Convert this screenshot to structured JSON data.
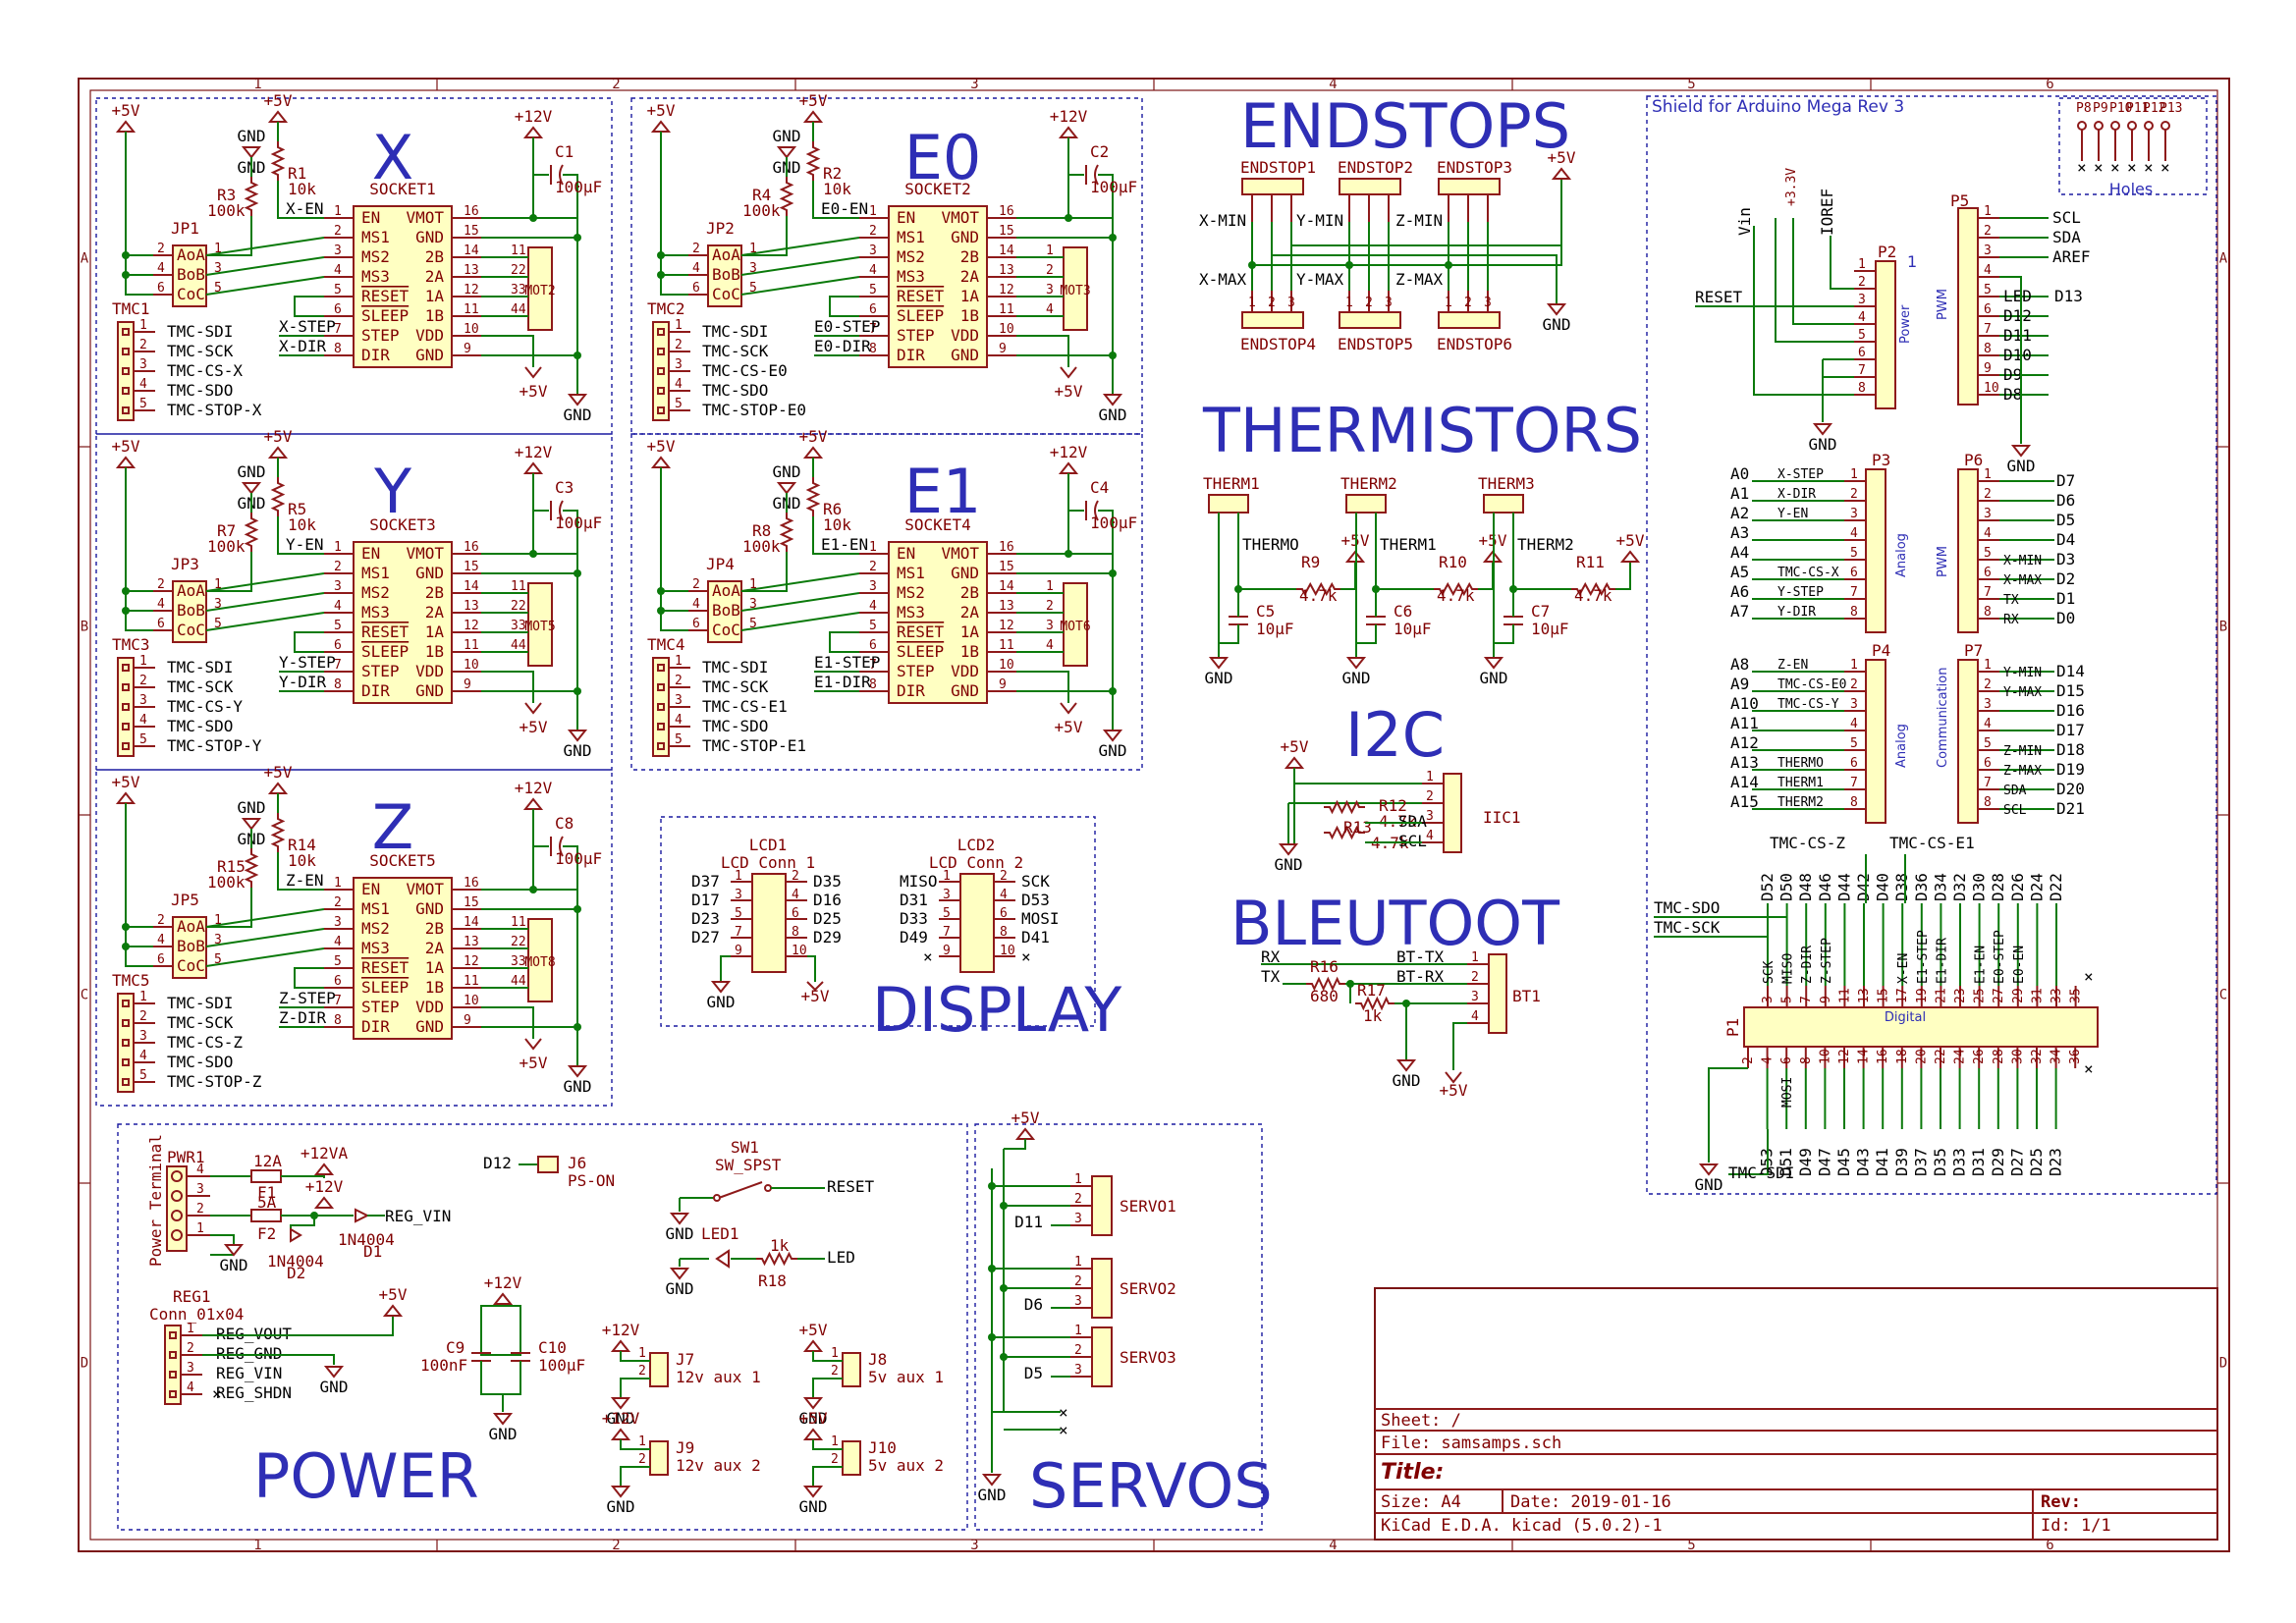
{
  "grid": {
    "columns": [
      "1",
      "2",
      "3",
      "4",
      "5",
      "6"
    ],
    "rows": [
      "A",
      "B",
      "C",
      "D"
    ]
  },
  "sections": {
    "x": "X",
    "e0": "E0",
    "y": "Y",
    "e1": "E1",
    "z": "Z",
    "endstops": "ENDSTOPS",
    "thermistors": "THERMISTORS",
    "i2c": "I2C",
    "bleutoot": "BLEUTOOT",
    "display": "DISPLAY",
    "power": "POWER",
    "servos": "SERVOS"
  },
  "drivers": [
    {
      "axis": "X",
      "socket": "SOCKET1",
      "jp": "JP1",
      "tmc": "TMC1",
      "mot": "MOT2",
      "r_a": "R1",
      "r_b": "R3",
      "cap": "C1",
      "en": "X-EN",
      "step": "X-STEP",
      "dir": "X-DIR",
      "cs": "TMC-CS-X",
      "stop": "TMC-STOP-X"
    },
    {
      "axis": "E0",
      "socket": "SOCKET2",
      "jp": "JP2",
      "tmc": "TMC2",
      "mot": "MOT3",
      "r_a": "R2",
      "r_b": "R4",
      "cap": "C2",
      "en": "E0-EN",
      "step": "E0-STEP",
      "dir": "E0-DIR",
      "cs": "TMC-CS-E0",
      "stop": "TMC-STOP-E0"
    },
    {
      "axis": "Y",
      "socket": "SOCKET3",
      "jp": "JP3",
      "tmc": "TMC3",
      "mot": "MOT5",
      "r_a": "R5",
      "r_b": "R7",
      "cap": "C3",
      "en": "Y-EN",
      "step": "Y-STEP",
      "dir": "Y-DIR",
      "cs": "TMC-CS-Y",
      "stop": "TMC-STOP-Y"
    },
    {
      "axis": "E1",
      "socket": "SOCKET4",
      "jp": "JP4",
      "tmc": "TMC4",
      "mot": "MOT6",
      "r_a": "R6",
      "r_b": "R8",
      "cap": "C4",
      "en": "E1-EN",
      "step": "E1-STEP",
      "dir": "E1-DIR",
      "cs": "TMC-CS-E1",
      "stop": "TMC-STOP-E1"
    },
    {
      "axis": "Z",
      "socket": "SOCKET5",
      "jp": "JP5",
      "tmc": "TMC5",
      "mot": "MOT8",
      "r_a": "R14",
      "r_b": "R15",
      "cap": "C8",
      "en": "Z-EN",
      "step": "Z-STEP",
      "dir": "Z-DIR",
      "cs": "TMC-CS-Z",
      "stop": "TMC-STOP-Z"
    }
  ],
  "driver_common": {
    "pins_left": [
      "EN",
      "MS1",
      "MS2",
      "MS3",
      "RESET",
      "SLEEP",
      "STEP",
      "DIR"
    ],
    "pins_right": [
      "VMOT",
      "GND",
      "2B",
      "2A",
      "1A",
      "1B",
      "VDD",
      "GND"
    ],
    "pins_right_e": [
      "VMOT",
      "GND",
      "2B",
      "2A",
      "1A",
      "1B",
      "VDD",
      "GND"
    ],
    "nums_left": [
      "1",
      "2",
      "3",
      "4",
      "5",
      "6",
      "7",
      "8"
    ],
    "nums_right": [
      "16",
      "15",
      "14",
      "13",
      "12",
      "11",
      "10",
      "9"
    ],
    "jp_pins": [
      "AoA",
      "BoB",
      "CoC"
    ],
    "jp_nums_l": [
      "2",
      "4",
      "6"
    ],
    "jp_nums_r": [
      "1",
      "3",
      "5"
    ],
    "tmc_pins": [
      "TMC-SDI",
      "TMC-SCK",
      "TMC-SDO"
    ],
    "mot_nums": [
      "11",
      "22",
      "33",
      "44"
    ],
    "mot_nums_e": [
      "1",
      "2",
      "3",
      "4"
    ],
    "r10k": "10k",
    "r100k": "100k",
    "cap": "100µF",
    "p5v": "+5V",
    "p12v": "+12V",
    "gnd": "GND"
  },
  "endstops": {
    "top": [
      "ENDSTOP1",
      "ENDSTOP2",
      "ENDSTOP3"
    ],
    "bottom": [
      "ENDSTOP4",
      "ENDSTOP5",
      "ENDSTOP6"
    ],
    "min": [
      "X-MIN",
      "Y-MIN",
      "Z-MIN"
    ],
    "max": [
      "X-MAX",
      "Y-MAX",
      "Z-MAX"
    ]
  },
  "thermistors": [
    {
      "name": "THERM1",
      "sig": "THERMO",
      "r": "R9",
      "c": "C5"
    },
    {
      "name": "THERM2",
      "sig": "THERM1",
      "r": "R10",
      "c": "C6"
    },
    {
      "name": "THERM3",
      "sig": "THERM2",
      "r": "R11",
      "c": "C7"
    }
  ],
  "therm_values": {
    "r": "4.7k",
    "c": "10µF"
  },
  "i2c": {
    "conn": "IIC1",
    "r_a": "R12",
    "r_b": "R13",
    "val": "4.7k",
    "sda": "SDA",
    "scl": "SCL"
  },
  "bt": {
    "conn": "BT1",
    "rx": "RX",
    "tx": "TX",
    "r_a": "R16",
    "r_a_val": "680",
    "r_b": "R17",
    "r_b_val": "1k",
    "btx": "BT-TX",
    "brx": "BT-RX"
  },
  "lcd": {
    "lcd1": "LCD1",
    "lcd1_sub": "LCD Conn 1",
    "lcd2": "LCD2",
    "lcd2_sub": "LCD Conn 2",
    "lcd1_left": [
      "D37",
      "D17",
      "D23",
      "D27"
    ],
    "lcd1_right": [
      "D35",
      "D16",
      "D25",
      "D29"
    ],
    "lcd2_left": [
      "MISO",
      "D31",
      "D33",
      "D49"
    ],
    "lcd2_right": [
      "SCK",
      "D53",
      "MOSI",
      "D41"
    ],
    "nums_l": [
      "1",
      "3",
      "5",
      "7",
      "9"
    ],
    "nums_r": [
      "2",
      "4",
      "6",
      "8",
      "10"
    ]
  },
  "power": {
    "pwr1": "PWR1",
    "terminal": "Power Terminal",
    "f1": "F1",
    "f1_val": "12A",
    "f2": "F2",
    "f2_val": "5A",
    "d1": "D1",
    "d1_val": "1N4004",
    "d2": "D2",
    "d2_val": "1N4004",
    "p12va": "+12VA",
    "reg_vin": "REG_VIN",
    "reg1": "REG1",
    "reg1_sub": "Conn_01x04",
    "reg_pins": [
      "REG_VOUT",
      "REG_GND",
      "REG_VIN",
      "REG_SHDN"
    ],
    "c9": "C9",
    "c9_val": "100nF",
    "c10": "C10",
    "c10_val": "100µF",
    "j6": "J6",
    "ps_on": "PS-ON",
    "d12": "D12",
    "sw1": "SW1",
    "sw_spst": "SW_SPST",
    "reset": "RESET",
    "led1": "LED1",
    "r18": "R18",
    "r18_val": "1k",
    "led": "LED",
    "j7": "J7",
    "j7_lbl": "12v aux 1",
    "j8": "J8",
    "j8_lbl": "5v aux 1",
    "j9": "J9",
    "j9_lbl": "12v aux 2",
    "j10": "J10",
    "j10_lbl": "5v aux 2"
  },
  "servos": [
    {
      "name": "SERVO1",
      "sig": "D11"
    },
    {
      "name": "SERVO2",
      "sig": "D6"
    },
    {
      "name": "SERVO3",
      "sig": "D5"
    }
  ],
  "arduino": {
    "shield_title": "Shield for Arduino Mega Rev 3",
    "holes": "Holes",
    "holes_pins": [
      "P8",
      "P9",
      "P10",
      "P11",
      "P12",
      "P13"
    ],
    "p2": "P2",
    "p2_func": "Power",
    "p2_one": "1",
    "p2_top": [
      "Vin",
      "+3.3V",
      "IOREF"
    ],
    "reset": "RESET",
    "p5": "P5",
    "p5_func": "PWM",
    "p5_sig": [
      "SCL",
      "SDA",
      "AREF",
      "",
      "LED",
      "D12",
      "D11",
      "D10",
      "D9",
      "D8"
    ],
    "p5_right": [
      "",
      "",
      "",
      "",
      "D13",
      "",
      "",
      "",
      "",
      ""
    ],
    "p3": "P3",
    "p3_func": "Analog",
    "p3_left": [
      "A0",
      "A1",
      "A2",
      "A3",
      "A4",
      "A5",
      "A6",
      "A7"
    ],
    "p3_sig": [
      "X-STEP",
      "X-DIR",
      "Y-EN",
      "",
      "",
      "TMC-CS-X",
      "Y-STEP",
      "Y-DIR"
    ],
    "p6": "P6",
    "p6_func": "PWM",
    "p6_sig": [
      "",
      "",
      "",
      "",
      "X-MIN",
      "X-MAX",
      "TX",
      "RX"
    ],
    "p6_right": [
      "D7",
      "D6",
      "D5",
      "D4",
      "D3",
      "D2",
      "D1",
      "D0"
    ],
    "p4": "P4",
    "p4_func": "Analog",
    "p4_left": [
      "A8",
      "A9",
      "A10",
      "A11",
      "A12",
      "A13",
      "A14",
      "A15"
    ],
    "p4_sig": [
      "Z-EN",
      "TMC-CS-E0",
      "TMC-CS-Y",
      "",
      "",
      "THERMO",
      "THERM1",
      "THERM2"
    ],
    "p7": "P7",
    "p7_func": "Communication",
    "p7_sig": [
      "Y-MIN",
      "Y-MAX",
      "",
      "",
      "Z-MIN",
      "Z-MAX",
      "SDA",
      "SCL"
    ],
    "p7_right": [
      "D14",
      "D15",
      "D16",
      "D17",
      "D18",
      "D19",
      "D20",
      "D21"
    ],
    "p1": "P1",
    "p1_func": "Digital",
    "tmc_cs_z": "TMC-CS-Z",
    "tmc_cs_e1": "TMC-CS-E1",
    "tmc_sdo": "TMC-SDO",
    "tmc_sck": "TMC-SCK",
    "tmc_sdi": "TMC-SDI",
    "top_d": [
      "D52",
      "D50",
      "D48",
      "D46",
      "D44",
      "D42",
      "D40",
      "D38",
      "D36",
      "D34",
      "D32",
      "D30",
      "D28",
      "D26",
      "D24",
      "D22"
    ],
    "top_sig": [
      "SCK",
      "MISO",
      "Z-DIR",
      "Z-STEP",
      "",
      "",
      "",
      "X-EN",
      "E1-STEP",
      "E1-DIR",
      "",
      "E1-EN",
      "E0-STEP",
      "E0-EN",
      "",
      ""
    ],
    "top_num": [
      "3",
      "5",
      "7",
      "9",
      "11",
      "13",
      "15",
      "17",
      "19",
      "21",
      "23",
      "25",
      "27",
      "29",
      "31",
      "33",
      "35"
    ],
    "bot_num": [
      "2",
      "4",
      "6",
      "8",
      "10",
      "12",
      "14",
      "16",
      "18",
      "20",
      "22",
      "24",
      "26",
      "28",
      "30",
      "32",
      "34",
      "36"
    ],
    "bot_d": [
      "D53",
      "D51",
      "D49",
      "D47",
      "D45",
      "D43",
      "D41",
      "D39",
      "D37",
      "D35",
      "D33",
      "D31",
      "D29",
      "D27",
      "D25",
      "D23"
    ],
    "bot_sig": [
      "",
      "MOSI",
      "",
      "",
      "",
      "",
      "",
      "",
      "",
      "",
      "",
      "",
      "",
      "",
      "",
      ""
    ]
  },
  "title_block": {
    "sheet": "Sheet: /",
    "file": "File: samsamps.sch",
    "title": "Title:",
    "size": "Size: A4",
    "date": "Date: 2019-01-16",
    "rev": "Rev:",
    "tool": "KiCad E.D.A.  kicad (5.0.2)-1",
    "id": "Id: 1/1"
  }
}
